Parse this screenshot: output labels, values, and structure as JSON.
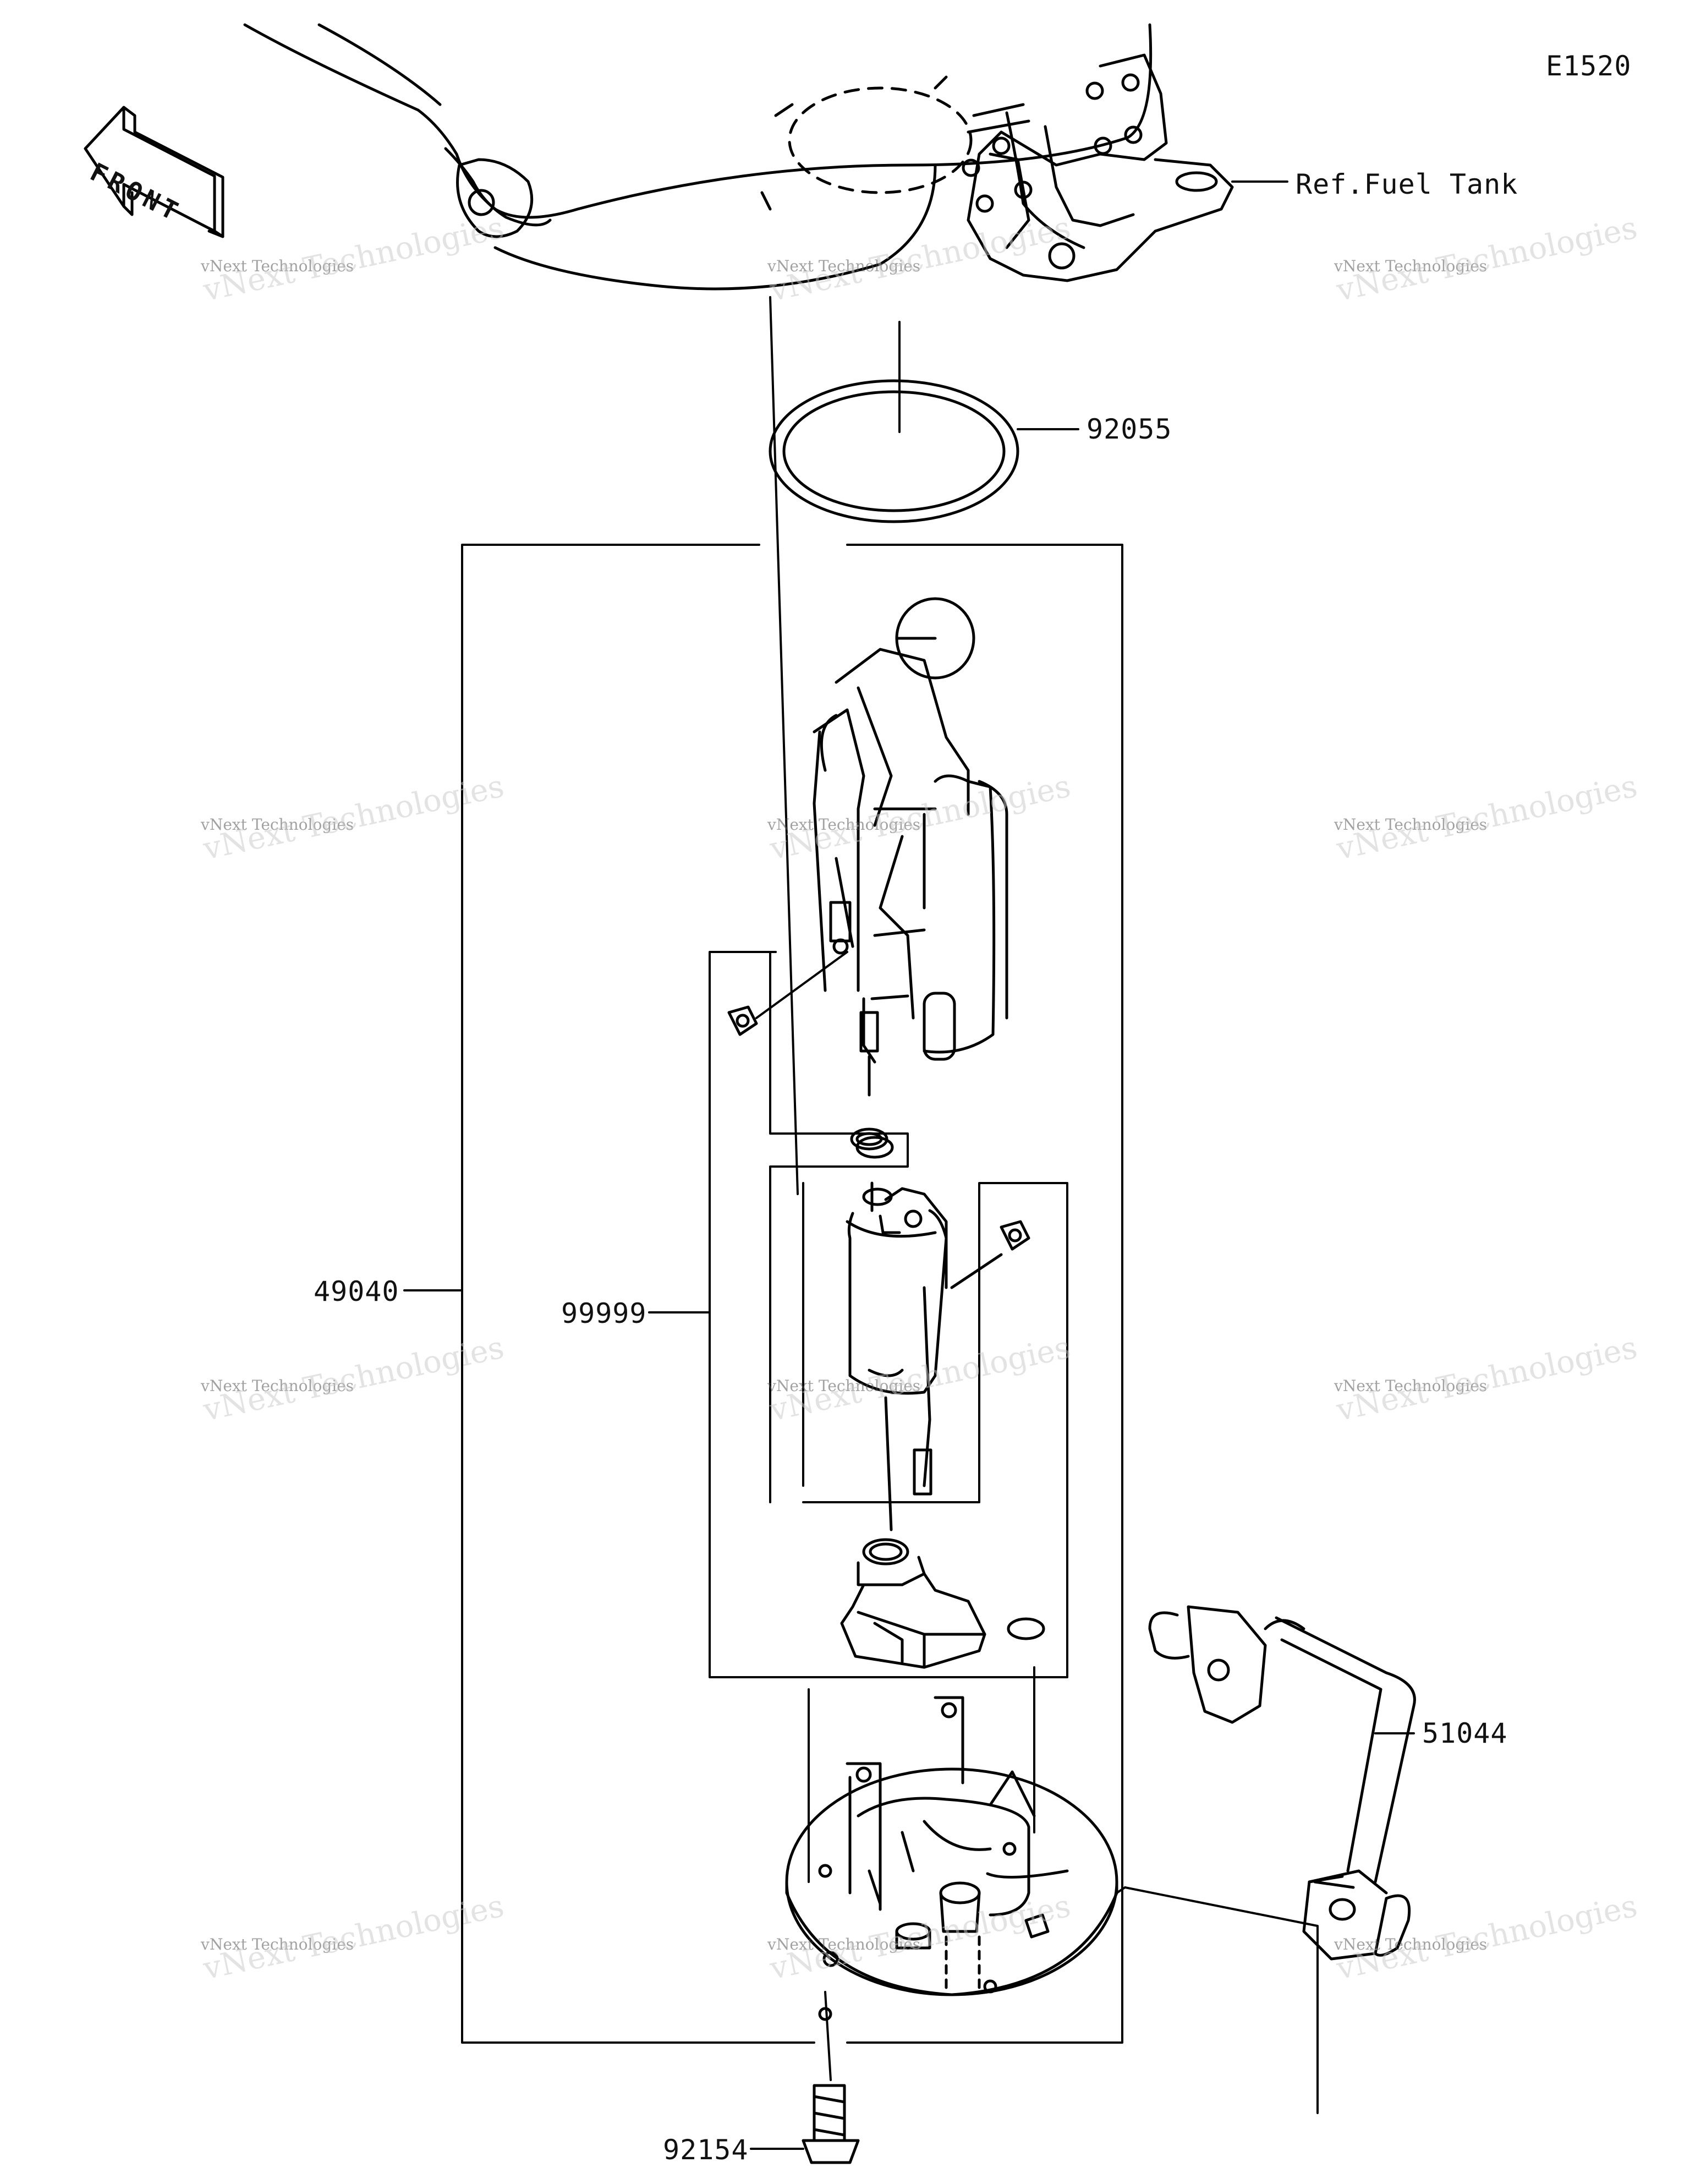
{
  "diagram": {
    "code": "E1520",
    "front_label": "FRONT",
    "ref_label": "Ref.Fuel Tank",
    "callouts": {
      "oring": "92055",
      "pump_assy": "49040",
      "pump_kit": "99999",
      "hose": "51044",
      "bolt": "92154"
    },
    "watermark_small": "vNext Technologies",
    "watermark_big": "vNext Technologies"
  }
}
